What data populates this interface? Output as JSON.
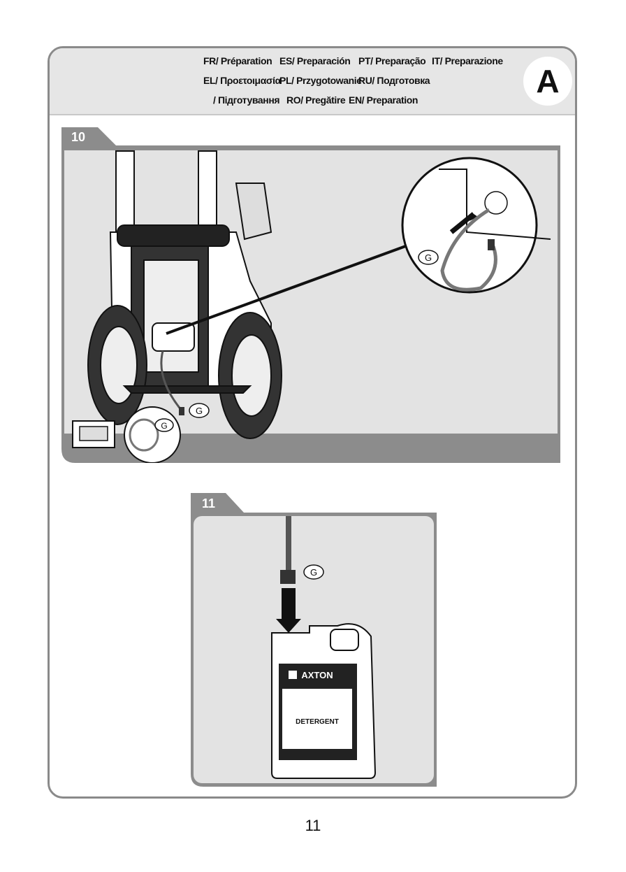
{
  "header": {
    "row1": [
      "FR/ Préparation",
      "ES/ Preparación",
      "PT/ Preparação",
      "IT/ Preparazione"
    ],
    "row2": [
      "EL/ Προετοιμασία",
      "PL/ Przygotowanie",
      "RU/ Подготовка"
    ],
    "row3": [
      "/ Підготування",
      "RO/ Pregătire",
      "EN/ Preparation"
    ],
    "section_letter": "A"
  },
  "step10": {
    "number": "10",
    "callout_label": "G",
    "part_label": "G",
    "inset_label": "G"
  },
  "step11": {
    "number": "11",
    "hose_label": "G",
    "brand": "AXTON",
    "product": "DETERGENT"
  },
  "page_number": "11",
  "colors": {
    "panel_gray": "#e3e3e3",
    "tab_gray": "#8c8c8c",
    "frame_gray": "#8a8a8a"
  }
}
